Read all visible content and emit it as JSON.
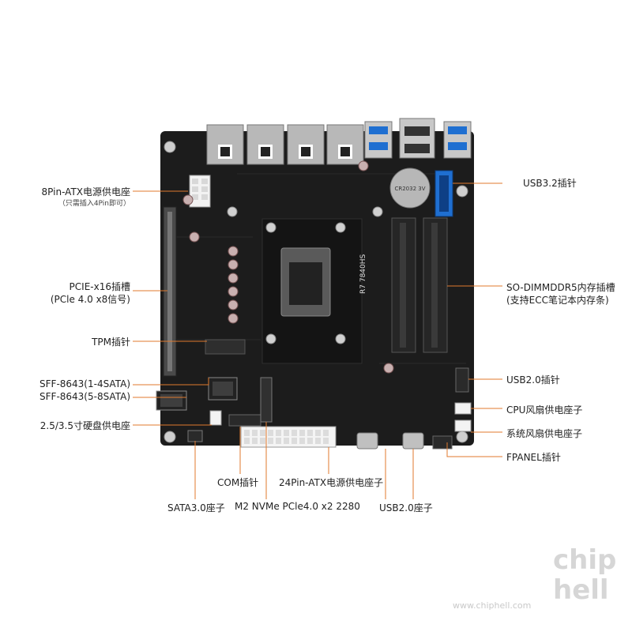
{
  "board": {
    "chip_marking": "R7 7840HS",
    "battery_marking": "CR2032 3V",
    "colors": {
      "pcb": "#1c1c1c",
      "callout": "#e07a2e",
      "connector_blue": "#1f6fd1",
      "slot_grey": "#9a9a9a"
    }
  },
  "labels": {
    "atx8": "8Pin-ATX电源供电座",
    "atx8_note": "（只需插入4Pin即可）",
    "pcie": "PCIE-x16插槽",
    "pcie_note": "(PCle 4.0 x8信号)",
    "tpm": "TPM插针",
    "sff1": "SFF-8643(1-4SATA)",
    "sff2": "SFF-8643(5-8SATA)",
    "hdd_power": "2.5/3.5寸硬盘供电座",
    "usb32": "USB3.2插针",
    "sodimm": "SO-DIMMDDR5内存插槽",
    "sodimm_note": "(支持ECC笔记本内存条)",
    "usb20_pin": "USB2.0插针",
    "cpu_fan": "CPU风扇供电座子",
    "sys_fan": "系统风扇供电座子",
    "fpanel": "FPANEL插针",
    "com": "COM插针",
    "atx24": "24Pin-ATX电源供电座子",
    "sata30": "SATA3.0座子",
    "m2": "M2 NVMe PCle4.0 x2 2280",
    "usb20_port": "USB2.0座子"
  },
  "watermark": {
    "logo": "chip hell",
    "url": "www.chiphell.com"
  }
}
